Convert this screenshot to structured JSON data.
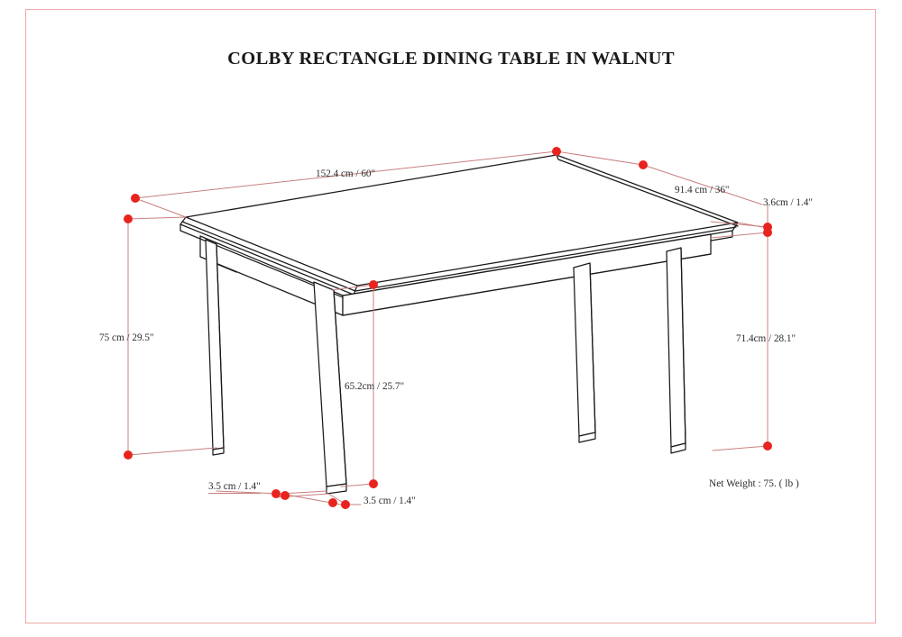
{
  "page": {
    "title": "COLBY RECTANGLE DINING TABLE IN WALNUT",
    "border_color": "#f0a8a8",
    "line_color": "#1a1a1a",
    "dimension_line_color": "#c8807f",
    "dimension_dot_color": "#e8241f",
    "background": "#ffffff"
  },
  "product": {
    "name": "COLBY RECTANGLE DINING TABLE IN WALNUT",
    "view": "perspective-line-drawing",
    "subject": "rectangular dining table with tapered legs"
  },
  "dimensions": {
    "length": {
      "label": "152.4 cm / 60\"",
      "cm": 152.4,
      "inches": 60,
      "describes": "tabletop length"
    },
    "width": {
      "label": "91.4 cm / 36\"",
      "cm": 91.4,
      "inches": 36,
      "describes": "tabletop width"
    },
    "top_thickness": {
      "label": "3.6cm / 1.4\"",
      "cm": 3.6,
      "inches": 1.4,
      "describes": "tabletop thickness"
    },
    "overall_height": {
      "label": "75 cm / 29.5\"",
      "cm": 75,
      "inches": 29.5,
      "describes": "overall table height"
    },
    "leg_height": {
      "label": "71.4cm / 28.1\"",
      "cm": 71.4,
      "inches": 28.1,
      "describes": "leg height"
    },
    "clearance": {
      "label": "65.2cm / 25.7\"",
      "cm": 65.2,
      "inches": 25.7,
      "describes": "floor to apron clearance"
    },
    "leg_front": {
      "label": "3.5 cm / 1.4\"",
      "cm": 3.5,
      "inches": 1.4,
      "describes": "leg foot width"
    },
    "leg_side": {
      "label": "3.5 cm / 1.4\"",
      "cm": 3.5,
      "inches": 1.4,
      "describes": "leg foot depth"
    }
  },
  "specs": {
    "net_weight_note": "Net Weight : 75. ( lb )",
    "net_weight_value": 75,
    "net_weight_unit": "lb"
  }
}
